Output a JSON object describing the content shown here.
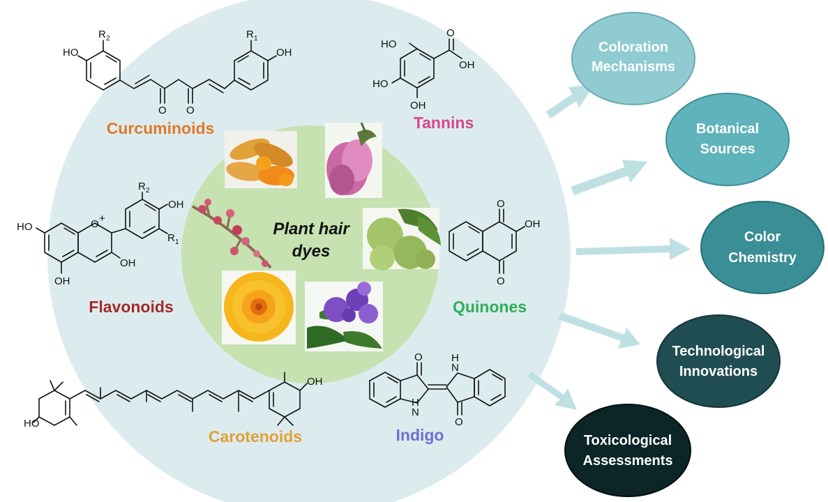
{
  "center": {
    "line1": "Plant hair",
    "line2": "dyes"
  },
  "classes": {
    "curcuminoids": {
      "label": "Curcuminoids",
      "color": "#e0782a"
    },
    "tannins": {
      "label": "Tannins",
      "color": "#d8468c"
    },
    "flavonoids": {
      "label": "Flavonoids",
      "color": "#a12a2a"
    },
    "quinones": {
      "label": "Quinones",
      "color": "#2fae57"
    },
    "carotenoids": {
      "label": "Carotenoids",
      "color": "#e0a03a"
    },
    "indigo": {
      "label": "Indigo",
      "color": "#6d6fd0"
    }
  },
  "atoms": {
    "oh": "OH",
    "ho": "HO",
    "o": "O",
    "r": "R",
    "one": "1",
    "two": "2",
    "plus": "+",
    "h": "H",
    "n": "N"
  },
  "bubbles": [
    {
      "line1": "Coloration",
      "line2": "Mechanisms",
      "color": "#8fcbd1"
    },
    {
      "line1": "Botanical",
      "line2": "Sources",
      "color": "#5fb3bb"
    },
    {
      "line1": "Color",
      "line2": "Chemistry",
      "color": "#3a8e95"
    },
    {
      "line1": "Technological",
      "line2": "Innovations",
      "color": "#204d52"
    },
    {
      "line1": "Toxicological",
      "line2": "Assessments",
      "color": "#0c2527"
    }
  ],
  "photos": [
    {
      "name": "turmeric-roots"
    },
    {
      "name": "pink-flower"
    },
    {
      "name": "berry-branch"
    },
    {
      "name": "green-walnuts"
    },
    {
      "name": "calendula-flower"
    },
    {
      "name": "purple-flowers"
    }
  ]
}
